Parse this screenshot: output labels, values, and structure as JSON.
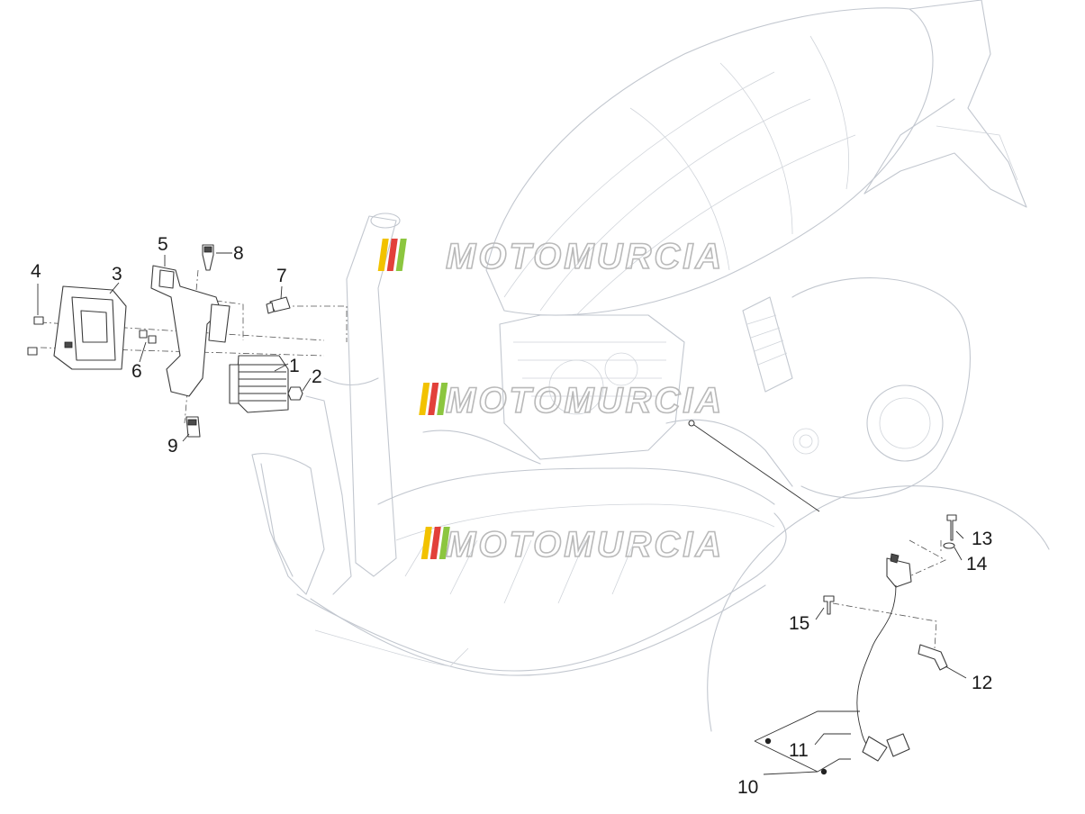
{
  "watermark": {
    "text": "MOTOMURCIA",
    "stripe_colors": [
      "#f2c200",
      "#e2403a",
      "#8cc63f"
    ]
  },
  "callouts": {
    "c1": "1",
    "c2": "2",
    "c3": "3",
    "c4": "4",
    "c5": "5",
    "c6": "6",
    "c7": "7",
    "c8": "8",
    "c9": "9",
    "c10": "10",
    "c11": "11",
    "c12": "12",
    "c13": "13",
    "c14": "14",
    "c15": "15"
  }
}
